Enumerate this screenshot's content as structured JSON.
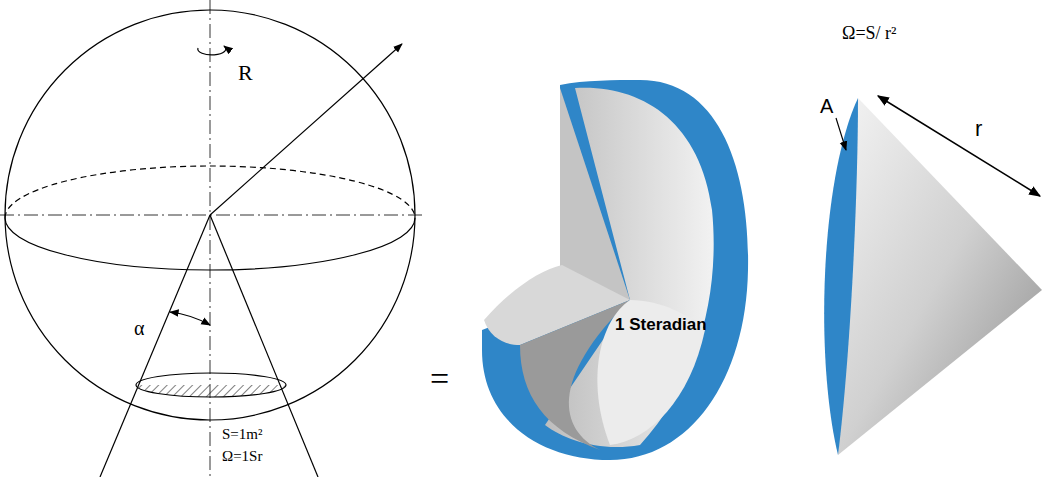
{
  "diagram": {
    "labels": [
      "R",
      "α",
      "S=1m²",
      "Ω=1Sr",
      "=",
      "1 Steradian",
      "Ω=S/ r²",
      "A",
      "r"
    ]
  }
}
